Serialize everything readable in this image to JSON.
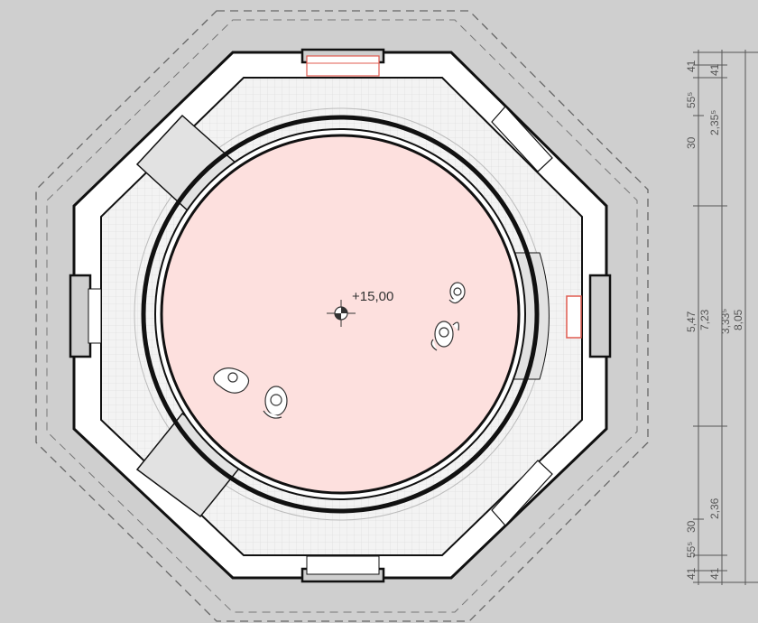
{
  "plan": {
    "elevation_label": "+15,00",
    "colors": {
      "background": "#cfcfcf",
      "floor": "#fde0de",
      "walkway": "#f2f2f2",
      "wall": "#ffffff",
      "line": "#111111",
      "opening": "#e05b4f",
      "stair": "#e2e2e2",
      "dim_line": "#555555"
    }
  },
  "dimensions": {
    "inner_column": [
      "41",
      "55⁵",
      "30",
      "5,47",
      "30",
      "55⁵",
      "41"
    ],
    "middle_column": [
      "41",
      "2,35⁵",
      "7,23",
      "2,36",
      "41"
    ],
    "right_column": [
      "3,33⁵",
      "8,05"
    ]
  }
}
